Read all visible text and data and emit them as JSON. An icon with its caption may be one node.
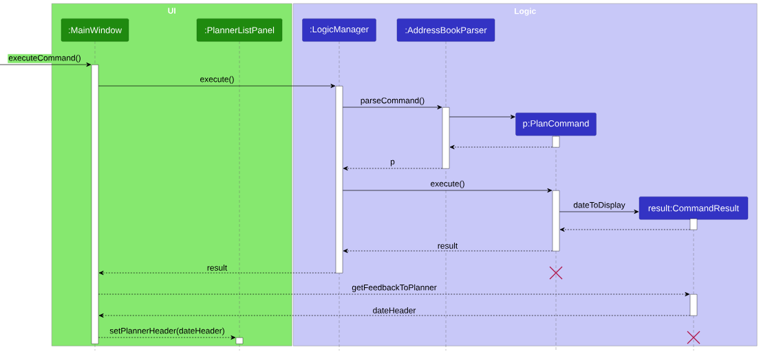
{
  "diagram": {
    "nodes": [
      {
        "text": [
          "UI"
        ]
      },
      {
        "text": [
          ":MainWindow"
        ],
        "in": 0
      },
      {
        "text": [
          ":PlannerListPanel"
        ],
        "in": 0
      },
      {
        "text": [
          "Logic"
        ]
      },
      {
        "text": [
          ":LogicManager"
        ],
        "in": 3
      },
      {
        "text": [
          ":AddressBookParser"
        ],
        "in": 3
      },
      {
        "text": [
          "p:PlanCommand"
        ],
        "in": 3
      },
      {
        "text": [
          "result:CommandResult"
        ],
        "in": 3
      },
      {
        "text": [],
        "shape": "bar",
        "in": 0
      },
      {
        "text": [],
        "shape": "bar",
        "in": 3
      },
      {
        "text": [],
        "shape": "bar",
        "in": 3
      },
      {
        "text": [],
        "shape": "bar",
        "in": 3
      },
      {
        "text": [],
        "shape": "bar",
        "in": 3
      },
      {
        "text": [],
        "shape": "bar",
        "in": 3
      },
      {
        "text": [],
        "shape": "bar",
        "in": 3
      },
      {
        "text": [],
        "shape": "bar",
        "in": 0
      }
    ],
    "edges": [
      {
        "from": null,
        "to": 8,
        "arrow": "to",
        "label": "executeCommand()"
      },
      {
        "from": 8,
        "to": 9,
        "arrow": "to",
        "label": "execute()"
      },
      {
        "from": 9,
        "to": 10,
        "arrow": "to",
        "label": "parseCommand()"
      },
      {
        "from": 10,
        "to": 6,
        "arrow": "to"
      },
      {
        "from": 11,
        "to": 10,
        "arrow": "to",
        "style": "dashed"
      },
      {
        "from": 10,
        "to": 9,
        "arrow": "to",
        "style": "dashed",
        "label": "p"
      },
      {
        "from": 9,
        "to": 12,
        "arrow": "to",
        "label": "execute()"
      },
      {
        "from": 12,
        "to": 7,
        "arrow": "to",
        "label": "dateToDisplay"
      },
      {
        "from": 13,
        "to": 12,
        "arrow": "to",
        "style": "dashed"
      },
      {
        "from": 12,
        "to": 9,
        "arrow": "to",
        "style": "dashed",
        "label": "result"
      },
      {
        "from": 9,
        "to": 8,
        "arrow": "to",
        "style": "dashed",
        "label": "result"
      },
      {
        "from": 8,
        "to": 14,
        "arrow": "to",
        "style": "dashed",
        "label": "getFeedbackToPlanner"
      },
      {
        "from": 14,
        "to": 8,
        "arrow": "to",
        "style": "dashed",
        "label": "dateHeader"
      },
      {
        "from": 8,
        "to": 15,
        "arrow": "to",
        "style": "dashed",
        "label": "setPlannerHeader(dateHeader)"
      }
    ]
  }
}
